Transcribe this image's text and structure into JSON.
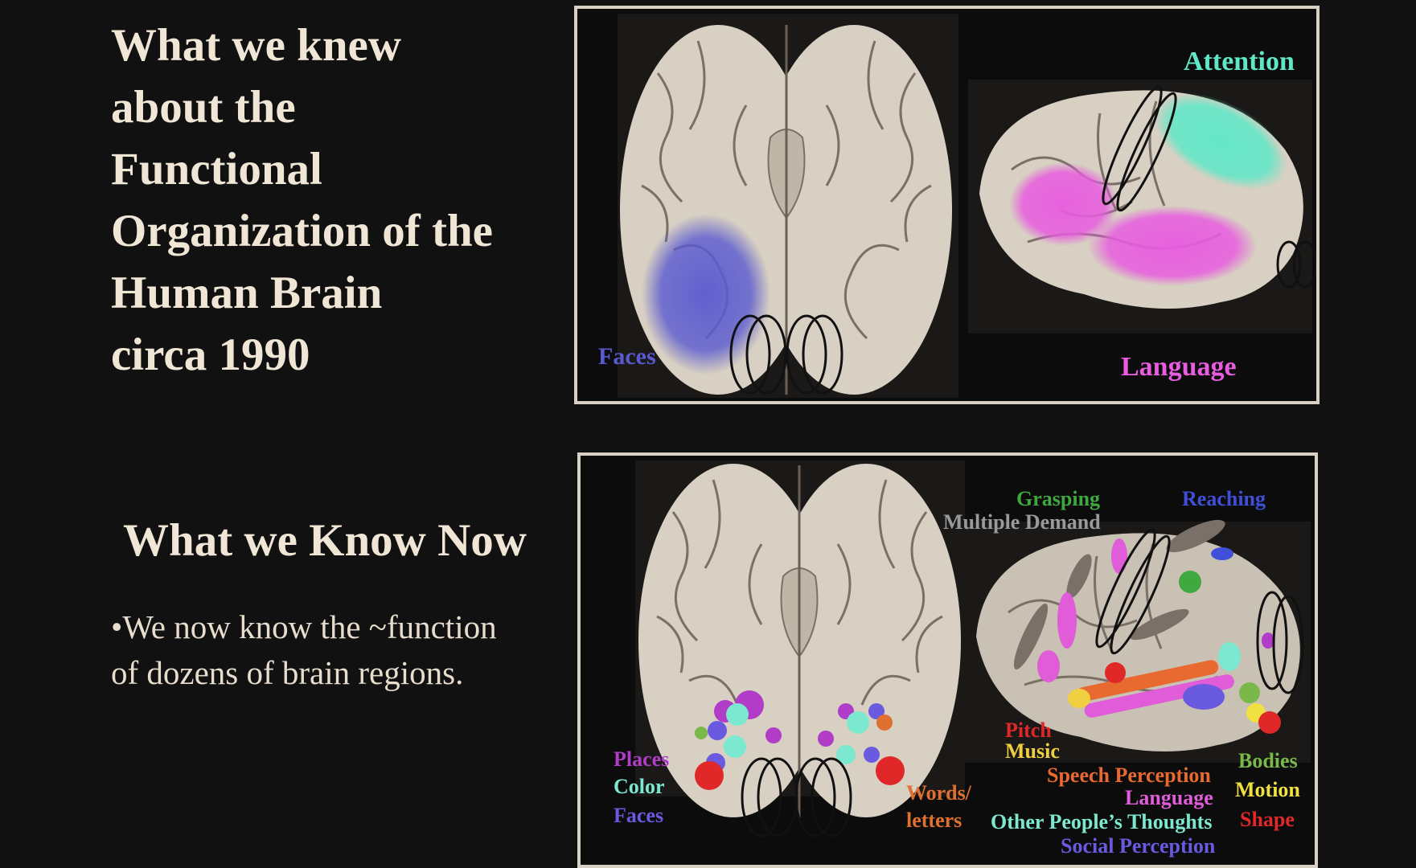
{
  "slide": {
    "title_1990_lines": [
      "What we knew",
      "about the",
      "Functional",
      "Organization of the",
      "Human Brain",
      "circa 1990"
    ],
    "title_now": "What we Know Now",
    "bullet_lines": [
      "•We now know the ~function",
      "of dozens of brain regions."
    ]
  },
  "figure_1990": {
    "labels": {
      "faces": "Faces",
      "attention": "Attention",
      "language": "Language"
    },
    "colors": {
      "faces": "#5a5ad0",
      "attention": "#5fe8c8",
      "language": "#e85ce0"
    }
  },
  "figure_now": {
    "labels": {
      "grasping": "Grasping",
      "reaching": "Reaching",
      "multiple_demand": "Multiple Demand",
      "places": "Places",
      "color": "Color",
      "faces": "Faces",
      "words_1": "Words/",
      "words_2": "letters",
      "pitch": "Pitch",
      "music": "Music",
      "speech_perception": "Speech Perception",
      "language": "Language",
      "other_thoughts": "Other People’s Thoughts",
      "social_perception": "Social Perception",
      "bodies": "Bodies",
      "motion": "Motion",
      "shape": "Shape"
    },
    "colors": {
      "grasping": "#3fa83f",
      "reaching": "#3f4fd8",
      "multiple_demand": "#9a9a9a",
      "places": "#b03cc8",
      "color": "#7de8d0",
      "faces": "#6a5ae0",
      "words": "#e07030",
      "pitch": "#e02828",
      "music": "#f0d040",
      "speech": "#e86a30",
      "language": "#e05cd8",
      "thoughts": "#7de8d0",
      "social": "#6a5ae0",
      "bodies": "#7ab84a",
      "motion": "#f0e040",
      "shape": "#e02828"
    }
  }
}
